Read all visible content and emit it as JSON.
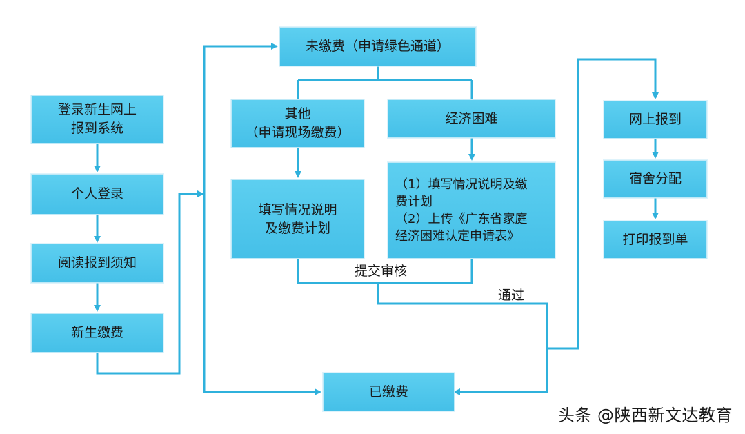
{
  "diagram": {
    "nodes": {
      "login_system": [
        "登录新生网上",
        "报到系统"
      ],
      "personal_login": [
        "个人登录"
      ],
      "read_notice": [
        "阅读报到须知"
      ],
      "new_fee": [
        "新生缴费"
      ],
      "unpaid": [
        "未缴费（申请绿色通道）"
      ],
      "other": [
        "其他",
        "（申请现场缴费）"
      ],
      "economic": [
        "经济困难"
      ],
      "fill_plan": [
        "填写情况说明",
        "及缴费计划"
      ],
      "fill_upload": [
        "（1）填写情况说明及缴",
        "费计划",
        "（2）上传《广东省家庭",
        "经济困难认定申请表》"
      ],
      "paid": [
        "已缴费"
      ],
      "online_report": [
        "网上报到"
      ],
      "dorm": [
        "宿舍分配"
      ],
      "print": [
        "打印报到单"
      ]
    },
    "edge_labels": {
      "submit_review": "提交审核",
      "pass": "通过"
    },
    "colors": {
      "box_fill": "#4ec6ea",
      "arrow": "#2fb1dc"
    }
  },
  "watermark": "头条 @陕西新文达教育"
}
